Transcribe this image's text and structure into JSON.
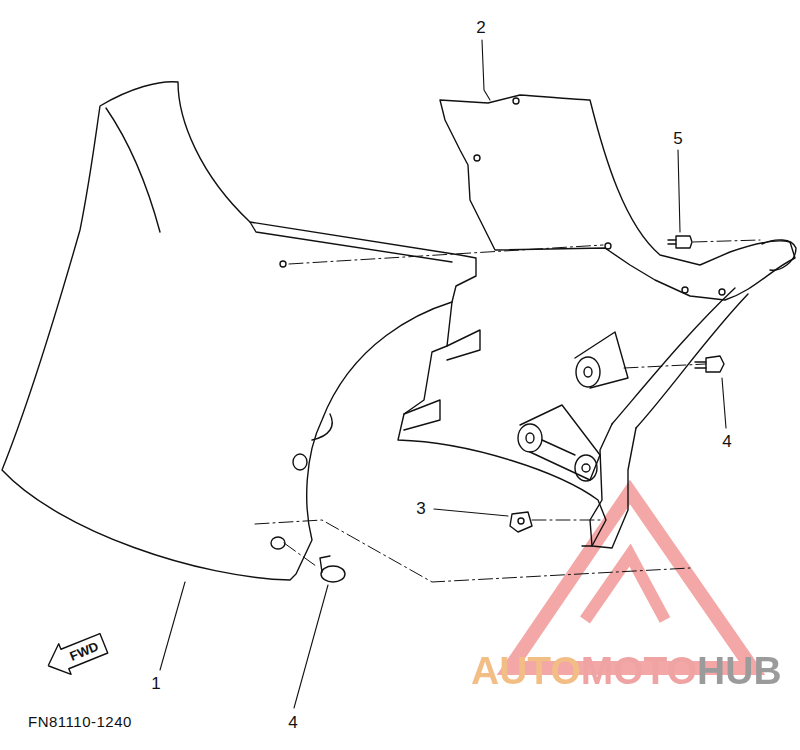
{
  "diagram": {
    "nodes": [
      {
        "text": [
          "FWD"
        ]
      }
    ],
    "labels": [
      "2",
      "5",
      "4",
      "3",
      "1",
      "4",
      "FN81110-1240",
      "AUTOMOTOHUB"
    ]
  }
}
